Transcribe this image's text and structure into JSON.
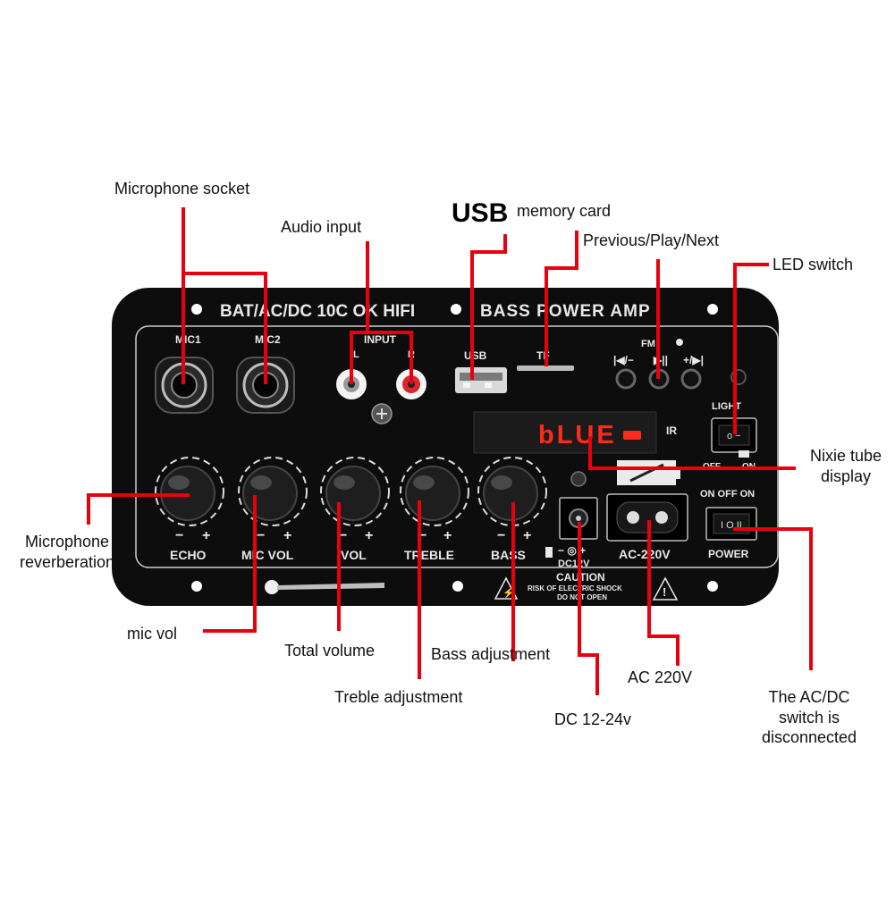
{
  "callouts": {
    "microphone_socket": "Microphone socket",
    "audio_input": "Audio input",
    "usb": "USB",
    "memory_card": "memory card",
    "prev_play_next": "Previous/Play/Next",
    "led_switch": "LED switch",
    "nixie_line1": "Nixie tube",
    "nixie_line2": "display",
    "mic_reverb_line1": "Microphone",
    "mic_reverb_line2": "reverberation",
    "mic_vol": "mic vol",
    "total_volume": "Total volume",
    "treble_adjustment": "Treble adjustment",
    "bass_adjustment": "Bass adjustment",
    "dc": "DC 12-24v",
    "ac": "AC 220V",
    "acdc_line1": "The AC/DC",
    "acdc_line2": "switch is",
    "acdc_line3": "disconnected"
  },
  "panel": {
    "title": "BAT/AC/DC 10C OK  HIFI",
    "title2": "BASS  POWER  AMP",
    "mic1": "MIC1",
    "mic2": "MIC2",
    "input": "INPUT",
    "input_l": "L",
    "input_r": "R",
    "usb": "USB",
    "tf": "TF",
    "fm": "FM",
    "display_text": "bLUE",
    "ir": "IR",
    "light": "LIGHT",
    "off": "OFF",
    "on": "ON",
    "on_off_on": "ON OFF ON",
    "power": "POWER",
    "echo": "ECHO",
    "mic_vol": "MIC VOL",
    "vol": "VOL",
    "treble": "TREBLE",
    "bass": "BASS",
    "dc12v": "DC12V",
    "ac220v": "AC-220V",
    "caution": "CAUTION",
    "caution_sub1": "RISK OF ELECTRIC SHOCK",
    "caution_sub2": "DO NOT OPEN",
    "minus": "−",
    "plus": "+"
  },
  "colors": {
    "leader": "#e8000f",
    "panel": "#0d0d0d",
    "panel_text": "#e8e8e8",
    "display": "#ff2a1a"
  }
}
